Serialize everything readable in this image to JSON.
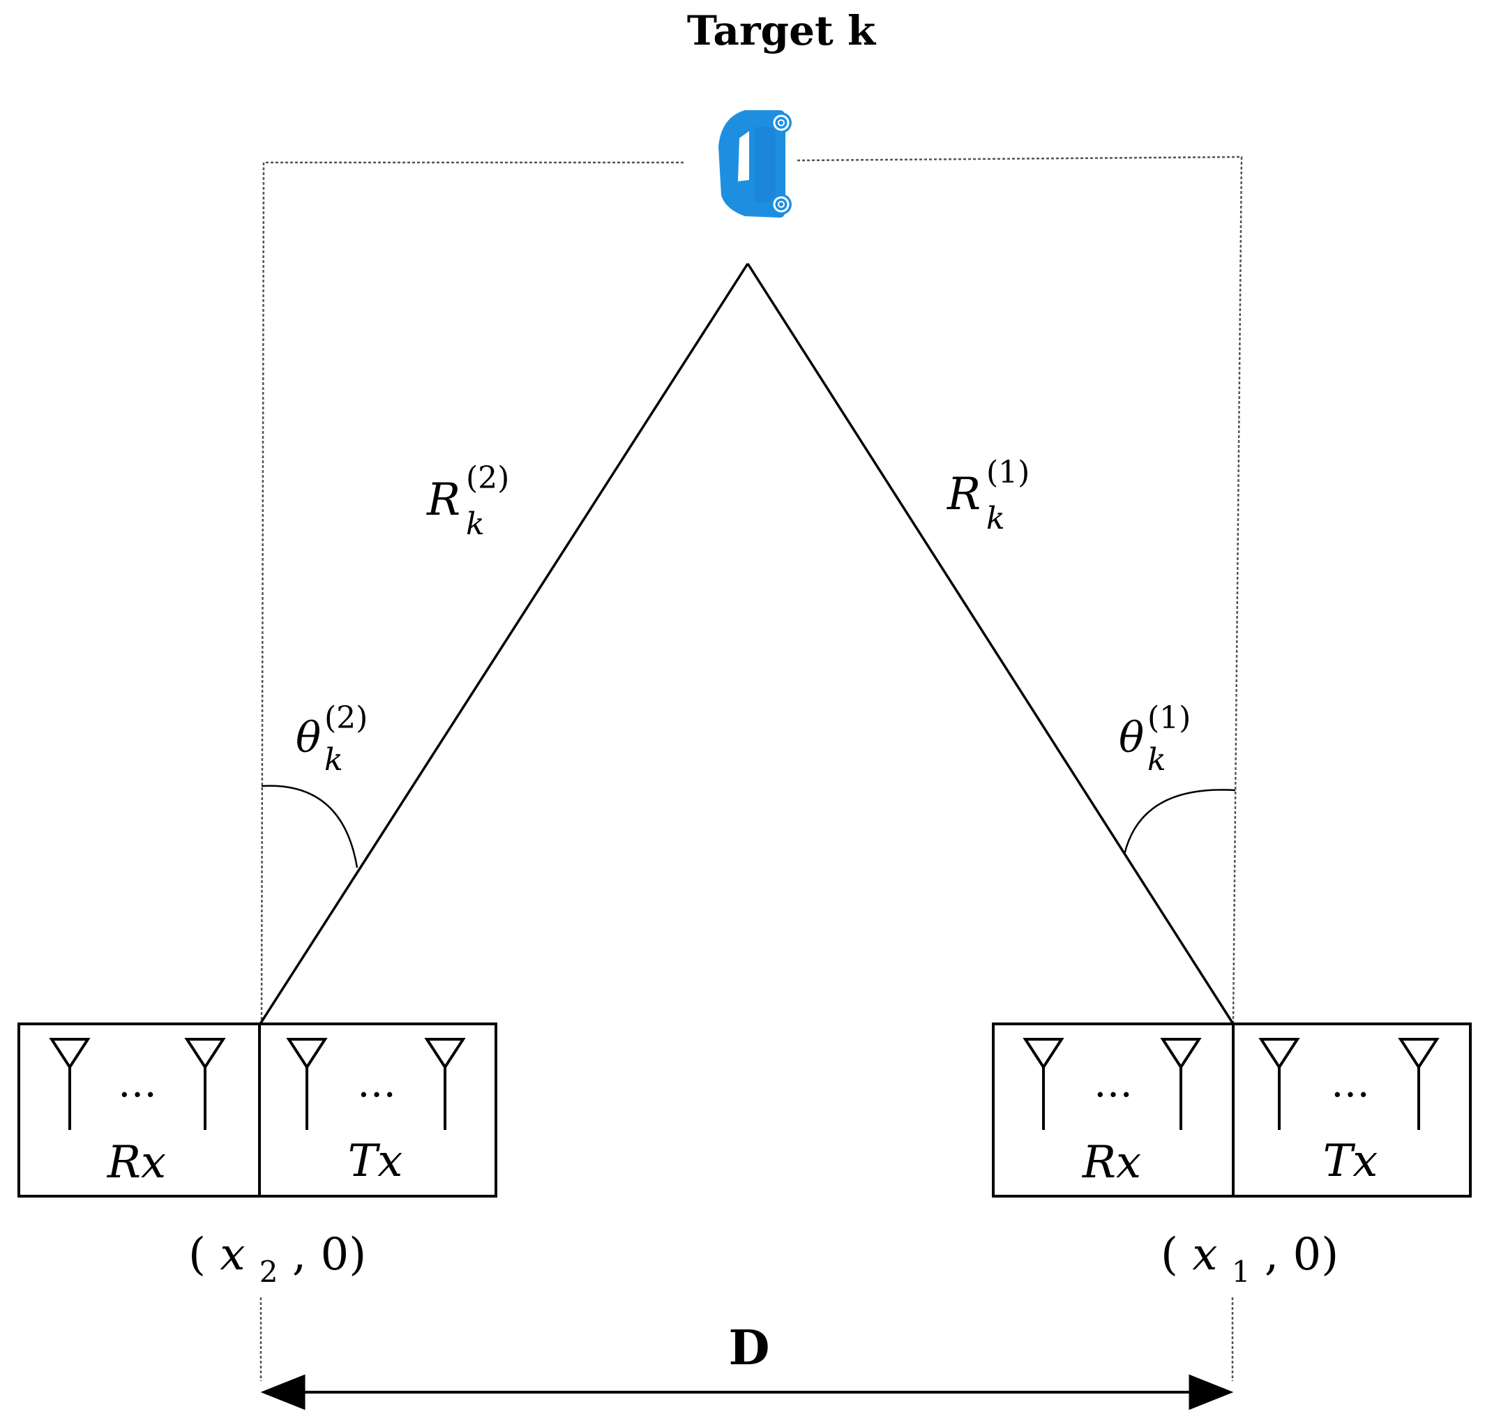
{
  "title": "Target k",
  "target_icon": "car-icon",
  "colors": {
    "line": "#000000",
    "dotted": "#555555",
    "car": "#1e8fe0"
  },
  "ranges": {
    "left": {
      "base": "R",
      "sub": "k",
      "sup": "(2)"
    },
    "right": {
      "base": "R",
      "sub": "k",
      "sup": "(1)"
    }
  },
  "angles": {
    "left": {
      "base": "θ",
      "sub": "k",
      "sup": "(2)"
    },
    "right": {
      "base": "θ",
      "sub": "k",
      "sup": "(1)"
    }
  },
  "radars": [
    {
      "rx_label": "Rx",
      "tx_label": "Tx",
      "ellipsis": "…",
      "coord": {
        "open": "(",
        "var": "x",
        "sub": "2",
        "rest": ", 0)"
      }
    },
    {
      "rx_label": "Rx",
      "tx_label": "Tx",
      "ellipsis": "…",
      "coord": {
        "open": "(",
        "var": "x",
        "sub": "1",
        "rest": ", 0)"
      }
    }
  ],
  "distance_label": "D"
}
